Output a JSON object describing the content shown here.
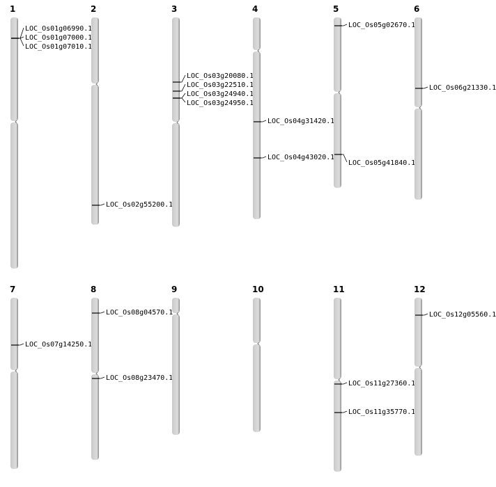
{
  "chromosomes": [
    {
      "label": "1",
      "genes": [
        "LOC_Os01g06990.1",
        "LOC_Os01g07000.1",
        "LOC_Os01g07010.1"
      ]
    },
    {
      "label": "2",
      "genes": [
        "LOC_Os02g55200.1"
      ]
    },
    {
      "label": "3",
      "genes": [
        "LOC_Os03g20080.1",
        "LOC_Os03g22510.1",
        "LOC_Os03g24940.1",
        "LOC_Os03g24950.1"
      ]
    },
    {
      "label": "4",
      "genes": [
        "LOC_Os04g31420.1",
        "LOC_Os04g43020.1"
      ]
    },
    {
      "label": "5",
      "genes": [
        "LOC_Os05g02670.1",
        "LOC_Os05g41840.1"
      ]
    },
    {
      "label": "6",
      "genes": [
        "LOC_Os06g21330.1"
      ]
    },
    {
      "label": "7",
      "genes": [
        "LOC_Os07g14250.1"
      ]
    },
    {
      "label": "8",
      "genes": [
        "LOC_Os08g04570.1",
        "LOC_Os08g23470.1"
      ]
    },
    {
      "label": "9",
      "genes": []
    },
    {
      "label": "10",
      "genes": []
    },
    {
      "label": "11",
      "genes": [
        "LOC_Os11g27360.1",
        "LOC_Os11g35770.1"
      ]
    },
    {
      "label": "12",
      "genes": [
        "LOC_Os12g05560.1"
      ]
    }
  ],
  "colors": {
    "chromosome_fill": "#d4d4d4",
    "chromosome_shadow": "#8a8a8a",
    "marker": "#000000"
  }
}
